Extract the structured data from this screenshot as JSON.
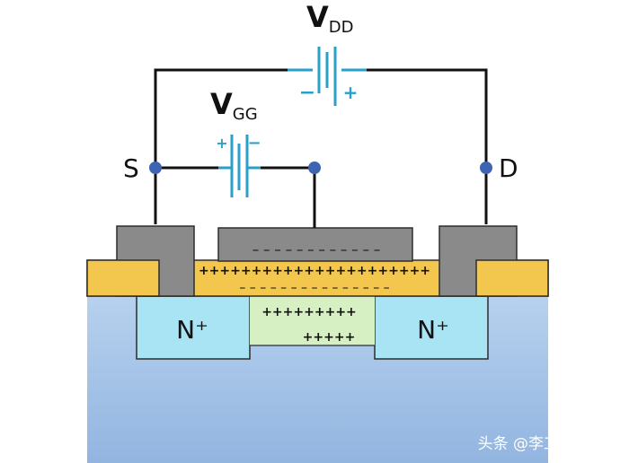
{
  "diagram": {
    "vdd_main": "V",
    "vdd_sub": "DD",
    "vgg_main": "V",
    "vgg_sub": "GG",
    "source_label": "S",
    "drain_label": "D",
    "n_plus_left": "N⁺",
    "n_plus_right": "N⁺",
    "vdd_minus": "−",
    "vdd_plus": "+",
    "vgg_plus": "+",
    "vgg_minus": "−",
    "gate_charge_row": "– – – – – – – – – – – –",
    "oxide_plus_row": "++++++++++++++++++++++",
    "oxide_minus_row": "– – – – – – – – – – – – – – –",
    "channel_row1": "+++++++++",
    "channel_row2": "+++++"
  },
  "watermark": "头条 @李工谈元器件",
  "colors": {
    "wire": "#111111",
    "battery": "#2aa0c8",
    "node": "#3d64b3",
    "metal": "#8a8a8a",
    "oxide": "#f3c74d",
    "substrate": "#a3c1e6",
    "n_plus": "#a9e4f5",
    "channel": "#d6f0c4"
  }
}
